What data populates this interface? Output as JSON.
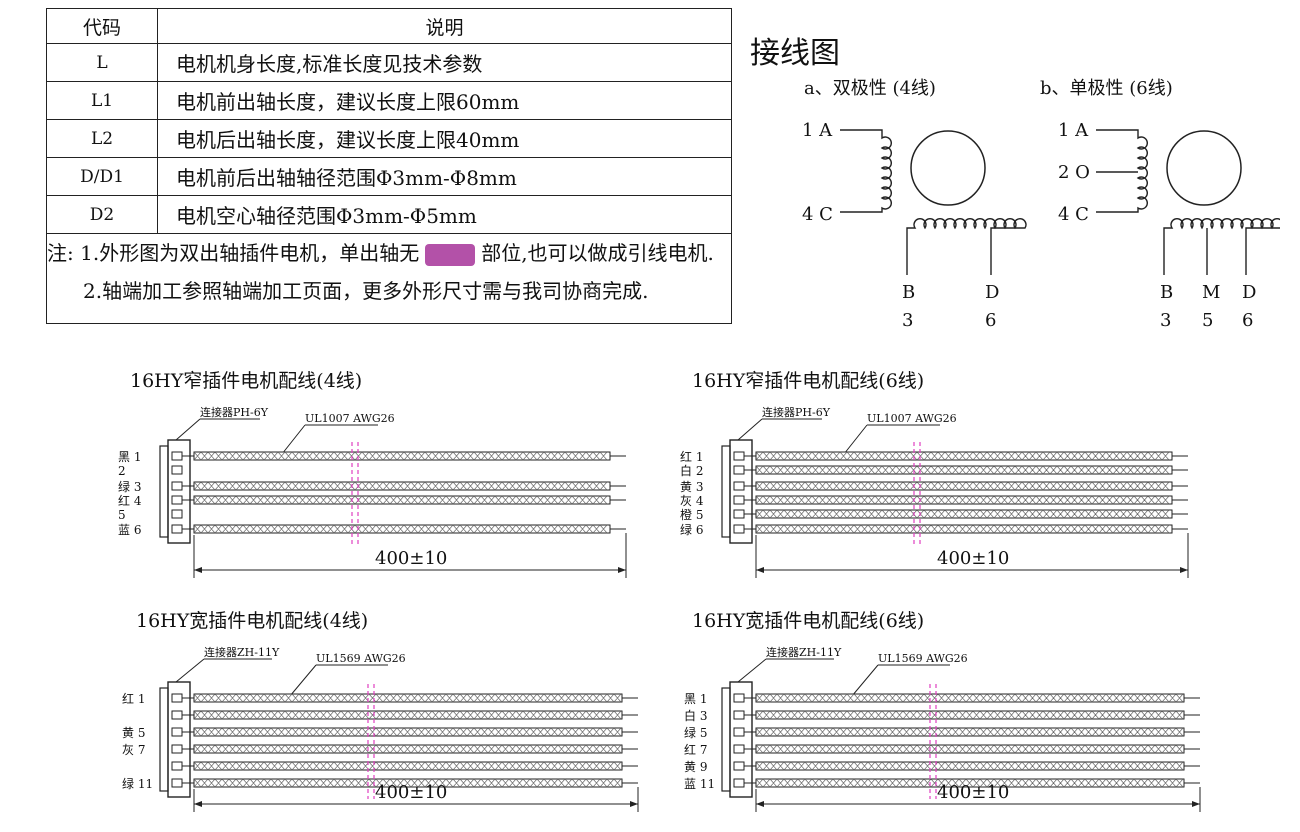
{
  "spec_table": {
    "header_code": "代码",
    "header_desc": "说明",
    "rows": [
      {
        "code": "L",
        "desc": "电机机身长度,标准长度见技术参数"
      },
      {
        "code": "L1",
        "desc": "电机前出轴长度，建议长度上限60mm"
      },
      {
        "code": "L2",
        "desc": "电机后出轴长度，建议长度上限40mm"
      },
      {
        "code": "D/D1",
        "desc": "电机前后出轴轴径范围Φ3mm-Φ8mm"
      },
      {
        "code": "D2",
        "desc": "电机空心轴径范围Φ3mm-Φ5mm"
      }
    ],
    "note_prefix": "注:",
    "note1_a": "1.外形图为双出轴插件电机，单出轴无",
    "note1_b": "部位,也可以做成引线电机.",
    "note2": "2.轴端加工参照轴端加工页面，更多外形尺寸需与我司协商完成.",
    "swatch_color": "#b351a8"
  },
  "wiring": {
    "title": "接线图",
    "bipolar": {
      "title": "a、双极性 (4线)",
      "top_a": "1 A",
      "top_c": "4 C",
      "b": "B",
      "d": "D",
      "n3": "3",
      "n6": "6"
    },
    "unipolar": {
      "title": "b、单极性 (6线)",
      "top_a": "1 A",
      "top_o": "2 O",
      "top_c": "4 C",
      "b": "B",
      "m": "M",
      "d": "D",
      "n3": "3",
      "n5": "5",
      "n6": "6"
    }
  },
  "harness": [
    {
      "title": "16HY窄插件电机配线(4线)",
      "connector": "连接器PH-6Y",
      "wire": "UL1007 AWG26",
      "length": "400±10",
      "labels": [
        "黑 1",
        "2",
        "绿 3",
        "红 4",
        "5",
        "蓝 6"
      ],
      "wires": [
        1,
        0,
        1,
        1,
        0,
        1
      ]
    },
    {
      "title": "16HY窄插件电机配线(6线)",
      "connector": "连接器PH-6Y",
      "wire": "UL1007 AWG26",
      "length": "400±10",
      "labels": [
        "红 1",
        "白 2",
        "黄 3",
        "灰 4",
        "橙 5",
        "绿 6"
      ],
      "wires": [
        1,
        1,
        1,
        1,
        1,
        1
      ]
    },
    {
      "title": "16HY宽插件电机配线(4线)",
      "connector": "连接器ZH-11Y",
      "wire": "UL1569 AWG26",
      "length": "400±10",
      "labels": [
        "红 1",
        "",
        "黄 5",
        "灰 7",
        "",
        "绿 11"
      ],
      "wires": [
        1,
        1,
        1,
        1,
        1,
        1
      ]
    },
    {
      "title": "16HY宽插件电机配线(6线)",
      "connector": "连接器ZH-11Y",
      "wire": "UL1569 AWG26",
      "length": "400±10",
      "labels": [
        "黑 1",
        "白 3",
        "绿 5",
        "红 7",
        "黄 9",
        "蓝 11"
      ],
      "wires": [
        1,
        1,
        1,
        1,
        1,
        1
      ]
    }
  ],
  "colors": {
    "cut_mark": "#e040c0",
    "line": "#222222"
  }
}
